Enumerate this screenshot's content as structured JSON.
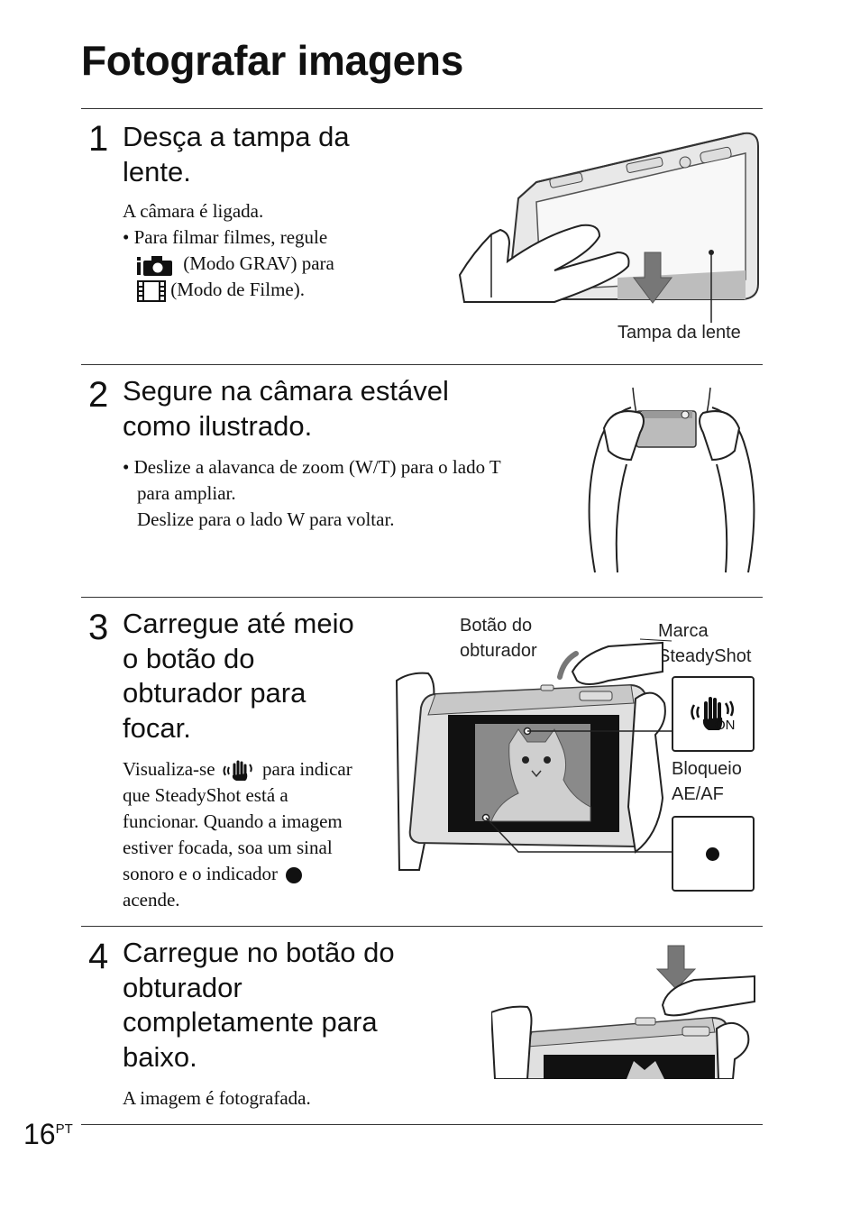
{
  "page": {
    "title": "Fotografar imagens",
    "page_number": "16",
    "page_suffix": "PT"
  },
  "steps": [
    {
      "number": "1",
      "heading_lines": [
        "Desça a tampa da",
        "lente."
      ],
      "text_intro": "A câmara é ligada.",
      "bullet_lines": [
        "• Para filmar filmes, regule",
        "(Modo GRAV) para",
        "(Modo de Filme)."
      ],
      "callout_lens_cover": "Tampa da lente"
    },
    {
      "number": "2",
      "heading_lines": [
        "Segure na câmara estável",
        "como ilustrado."
      ],
      "bullet_lines": [
        "• Deslize a alavanca de zoom (W/T) para o lado T",
        "para ampliar.",
        "Deslize para o lado W para voltar."
      ]
    },
    {
      "number": "3",
      "heading_lines": [
        "Carregue até meio",
        "o botão do",
        "obturador para",
        "focar."
      ],
      "text_lines": [
        "Visualiza-se",
        "para indicar",
        "que SteadyShot está a",
        "funcionar. Quando a imagem",
        "estiver focada, soa um sinal",
        "sonoro e o indicador",
        "acende."
      ],
      "callout_shutter_lines": [
        "Botão do",
        "obturador"
      ],
      "callout_steadyshot_lines": [
        "Marca",
        "SteadyShot"
      ],
      "callout_aeaf_lines": [
        "Bloqueio",
        "AE/AF"
      ],
      "steadyshot_icon_text": "ON"
    },
    {
      "number": "4",
      "heading_lines": [
        "Carregue no botão do",
        "obturador",
        "completamente para",
        "baixo."
      ],
      "text_intro": "A imagem é fotografada."
    }
  ]
}
